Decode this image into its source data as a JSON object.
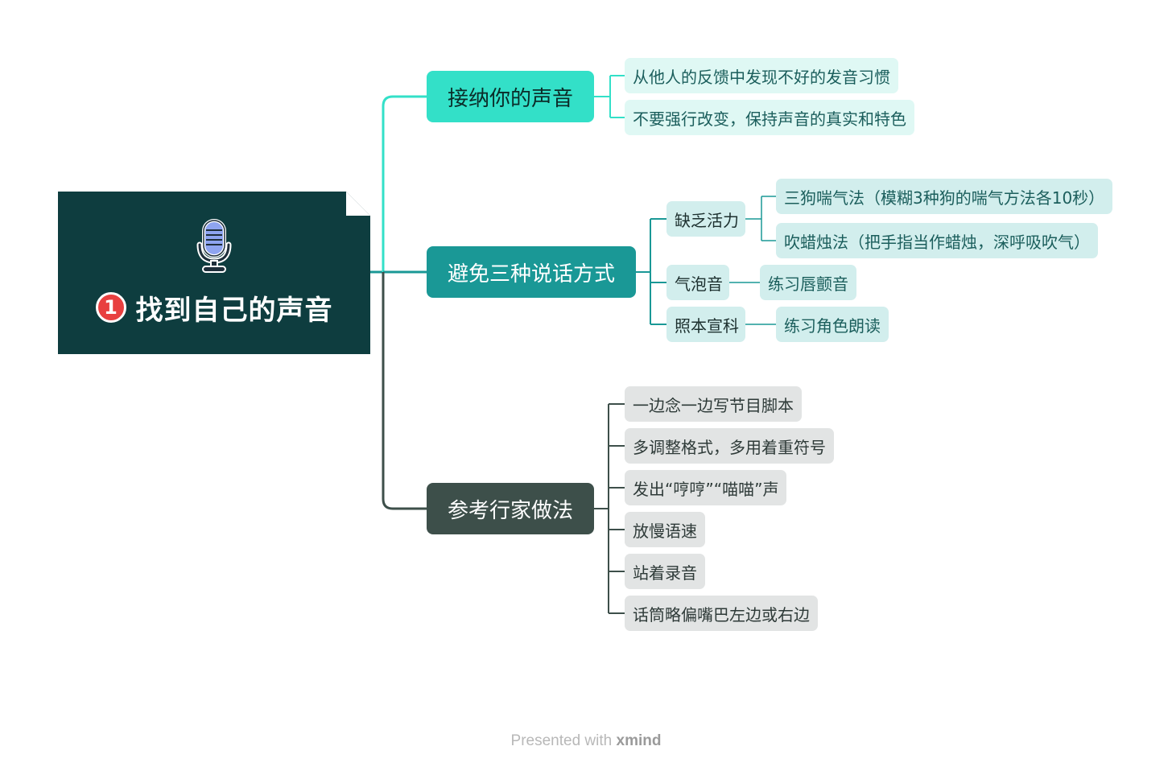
{
  "root": {
    "badge": "1",
    "title": "找到自己的声音",
    "icon": "microphone-icon"
  },
  "branches": {
    "accept": {
      "title": "接纳你的声音",
      "color": "#33e0c8",
      "items": [
        "从他人的反馈中发现不好的发音习惯",
        "不要强行改变，保持声音的真实和特色"
      ]
    },
    "avoid": {
      "title": "避免三种说话方式",
      "color": "#1a9896",
      "subs": [
        {
          "label": "缺乏活力",
          "children": [
            "三狗喘气法（模糊3种狗的喘气方法各10秒）",
            "吹蜡烛法（把手指当作蜡烛，深呼吸吹气）"
          ]
        },
        {
          "label": "气泡音",
          "children": [
            "练习唇颤音"
          ]
        },
        {
          "label": "照本宣科",
          "children": [
            "练习角色朗读"
          ]
        }
      ]
    },
    "reference": {
      "title": "参考行家做法",
      "color": "#3d4f4a",
      "items": [
        "一边念一边写节目脚本",
        "多调整格式，多用着重符号",
        "发出“哼哼”“喵喵”声",
        "放慢语速",
        "站着录音",
        "话筒略偏嘴巴左边或右边"
      ]
    }
  },
  "footer": {
    "prefix": "Presented with",
    "brand": "xmind"
  }
}
